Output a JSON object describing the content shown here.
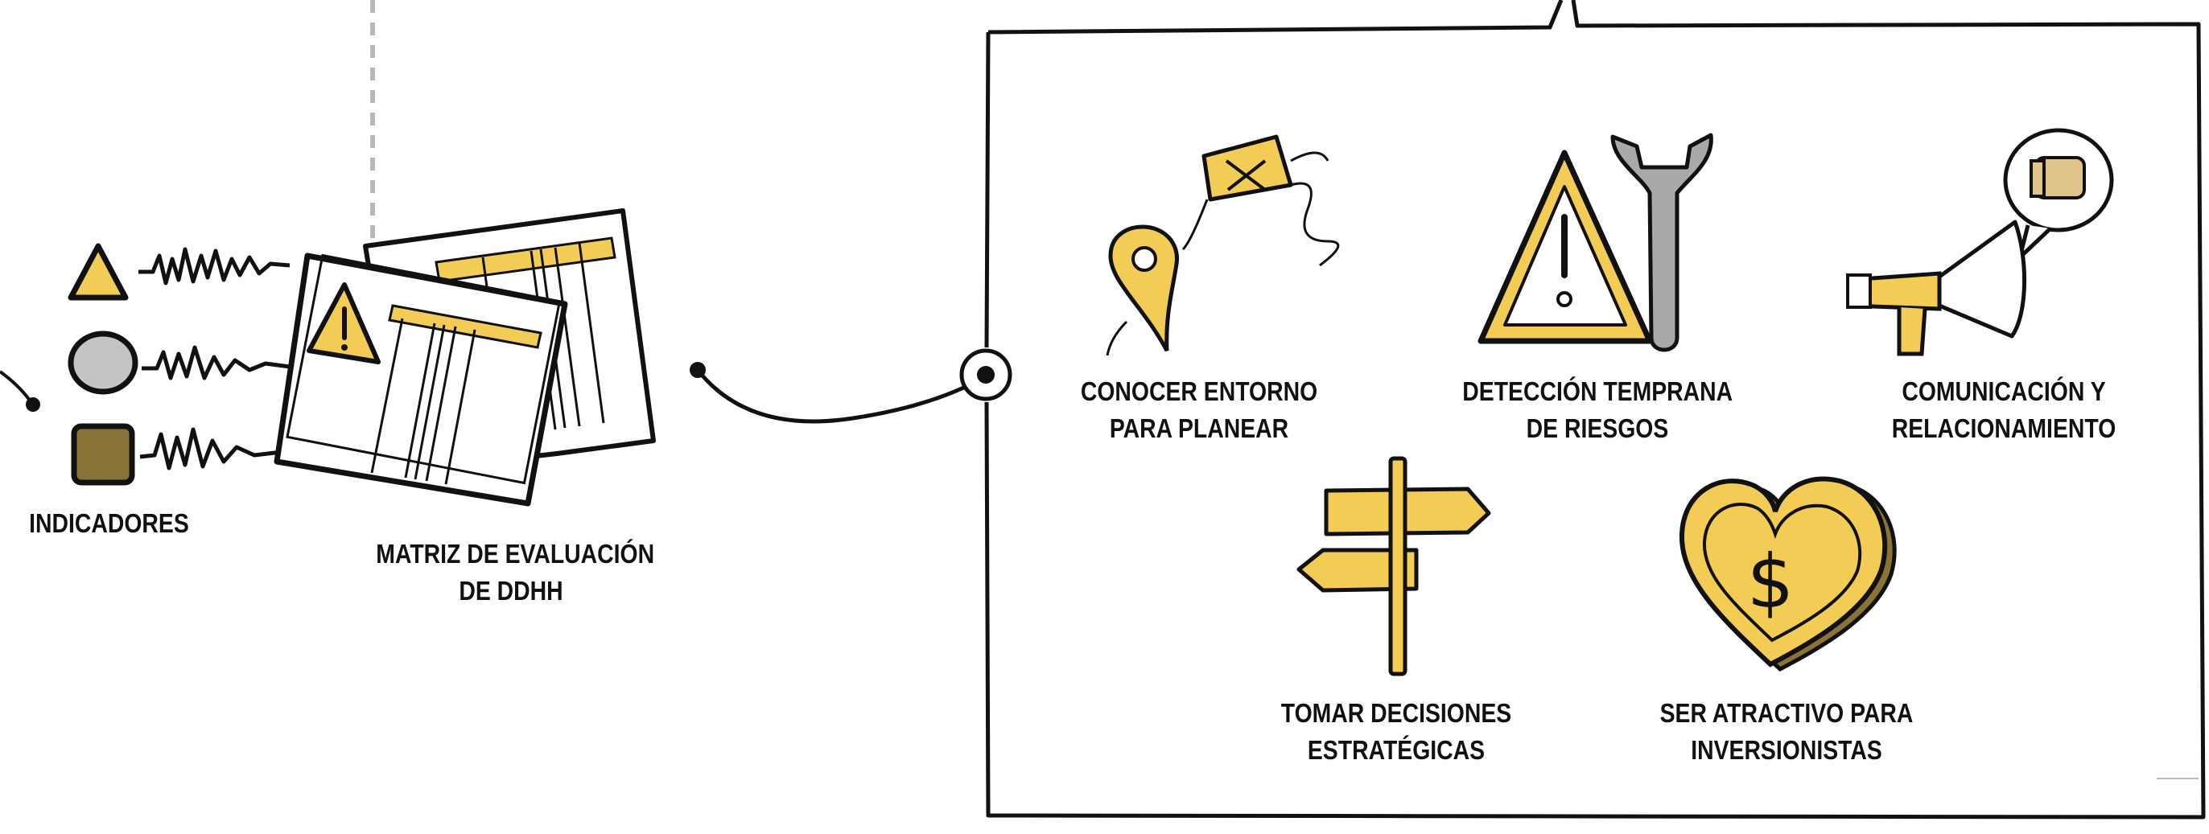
{
  "colors": {
    "yellow": "#f2cc55",
    "grey": "#c4c4c4",
    "brown": "#8a7339",
    "ink": "#111111",
    "wrench": "#a9a9a9"
  },
  "left": {
    "indicators_label": "INDICADORES",
    "indicator_shapes": [
      "triangle",
      "circle",
      "square"
    ],
    "matrix_label": [
      "MATRIZ DE EVALUACIÓN",
      "DE DDHH"
    ]
  },
  "benefits": [
    {
      "icon": "kite-location-icon",
      "lines": [
        "CONOCER ENTORNO",
        "PARA PLANEAR"
      ]
    },
    {
      "icon": "warning-wrench-icon",
      "lines": [
        "DETECCIÓN TEMPRANA",
        "DE RIESGOS"
      ]
    },
    {
      "icon": "megaphone-icon",
      "lines": [
        "COMUNICACIÓN Y",
        "RELACIONAMIENTO"
      ]
    },
    {
      "icon": "signpost-icon",
      "lines": [
        "TOMAR DECISIONES",
        "ESTRATÉGICAS"
      ]
    },
    {
      "icon": "heart-coin-icon",
      "lines": [
        "SER ATRACTIVO PARA",
        "INVERSIONISTAS"
      ]
    }
  ]
}
